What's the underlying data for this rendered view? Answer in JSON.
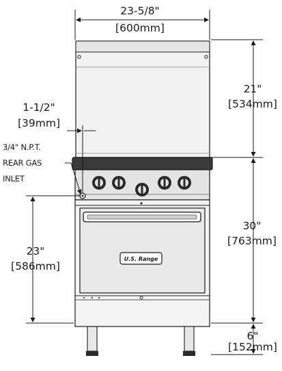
{
  "dimensions": {
    "width": {
      "imperial": "23-5/8\"",
      "metric": "[600mm]"
    },
    "backsplash": {
      "imperial": "21\"",
      "metric": "[534mm]"
    },
    "gas_offset": {
      "imperial": "1-1/2\"",
      "metric": "[39mm]"
    },
    "gas_inlet": {
      "line1": "3/4\" N.P.T.",
      "line2": "REAR GAS",
      "line3": "INLET"
    },
    "body_height": {
      "imperial": "30\"",
      "metric": "[763mm]"
    },
    "inlet_height": {
      "imperial": "23\"",
      "metric": "[586mm]"
    },
    "leg_height": {
      "imperial": "6\"",
      "metric": "[152mm]"
    }
  },
  "brand": {
    "logo": "U.S. Range"
  },
  "colors": {
    "line": "#1a1a1a",
    "metal": "#e9e9e9",
    "panel": "#d9d9d9",
    "dark": "#2a2a2a"
  }
}
